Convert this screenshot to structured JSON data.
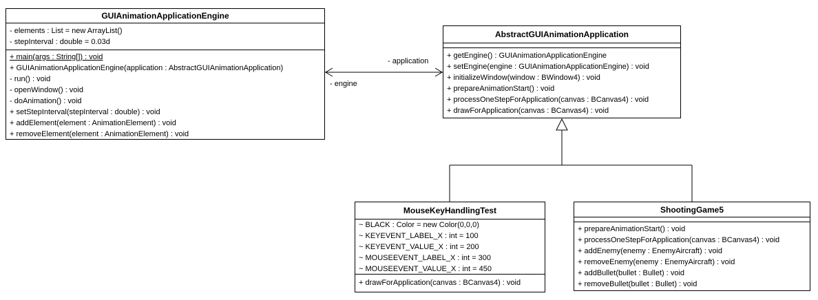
{
  "diagram": {
    "background_color": "#ffffff",
    "line_color": "#000000"
  },
  "relations": {
    "association_role_application": "- application",
    "association_role_engine": "- engine"
  },
  "classes": {
    "engine": {
      "title": "GUIAnimationApplicationEngine",
      "attributes": [
        "- elements : List = new ArrayList()",
        "- stepInterval : double = 0.03d"
      ],
      "methods": [
        "+ main(args : String[]) : void",
        "+ GUIAnimationApplicationEngine(application : AbstractGUIAnimationApplication)",
        "- run() : void",
        "- openWindow() : void",
        "- doAnimation() : void",
        "+ setStepInterval(stepInterval : double) : void",
        "+ addElement(element : AnimationElement) : void",
        "+ removeElement(element : AnimationElement) : void"
      ]
    },
    "abstract_app": {
      "title": "AbstractGUIAnimationApplication",
      "attributes": [],
      "methods": [
        "+ getEngine() : GUIAnimationApplicationEngine",
        "+ setEngine(engine : GUIAnimationApplicationEngine) : void",
        "+ initializeWindow(window : BWindow4) : void",
        "+ prepareAnimationStart() : void",
        "+ processOneStepForApplication(canvas : BCanvas4) : void",
        "+ drawForApplication(canvas : BCanvas4) : void"
      ]
    },
    "mouse_key": {
      "title": "MouseKeyHandlingTest",
      "attributes": [
        "~ BLACK : Color = new Color(0,0,0)",
        "~ KEYEVENT_LABEL_X : int = 100",
        "~ KEYEVENT_VALUE_X : int = 200",
        "~ MOUSEEVENT_LABEL_X : int = 300",
        "~ MOUSEEVENT_VALUE_X : int = 450"
      ],
      "methods": [
        "+ drawForApplication(canvas : BCanvas4) : void"
      ]
    },
    "shooting": {
      "title": "ShootingGame5",
      "attributes": [],
      "methods": [
        "+ prepareAnimationStart() : void",
        "+ processOneStepForApplication(canvas : BCanvas4) : void",
        "+ addEnemy(enemy : EnemyAircraft) : void",
        "+ removeEnemy(enemy : EnemyAircraft) : void",
        "+ addBullet(bullet : Bullet) : void",
        "+ removeBullet(bullet : Bullet) : void"
      ]
    }
  }
}
